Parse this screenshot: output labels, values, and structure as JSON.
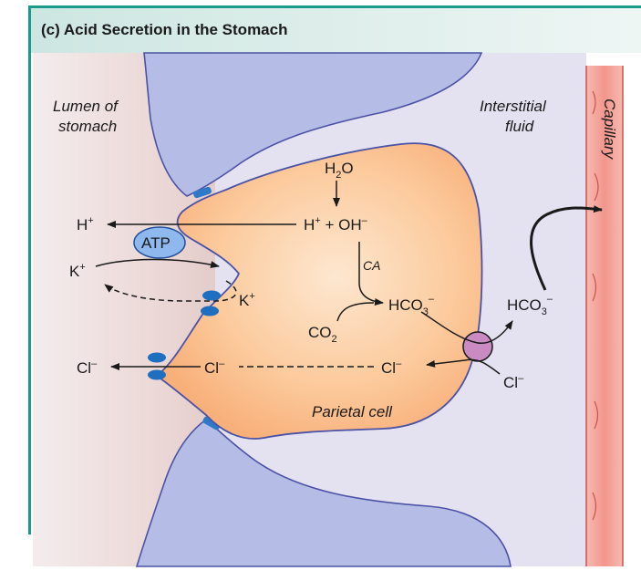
{
  "header": {
    "title": "(c) Acid Secretion in the Stomach"
  },
  "regions": {
    "lumen_line1": "Lumen of",
    "lumen_line2": "stomach",
    "interstitial_line1": "Interstitial",
    "interstitial_line2": "fluid",
    "capillary": "Capillary",
    "parietal_cell": "Parietal cell"
  },
  "molecules": {
    "h2o_base": "H",
    "h2o_sub": "2",
    "h2o_tail": "O",
    "h_plus_ion_base": "H",
    "h_plus_ion_sup": "+",
    "h_oh_h": "H",
    "h_oh_plus_sup": "+",
    "h_oh_mid": " + OH",
    "h_oh_minus_sup": "–",
    "atp": "ATP",
    "k_plus_left_base": "K",
    "k_plus_left_sup": "+",
    "k_plus_right_base": "K",
    "k_plus_right_sup": "+",
    "ca": "CA",
    "hco3_cell_base": "HCO",
    "hco3_cell_sub": "3",
    "hco3_cell_sup": "–",
    "hco3_out_base": "HCO",
    "hco3_out_sub": "3",
    "hco3_out_sup": "–",
    "co2_base": "CO",
    "co2_sub": "2",
    "cl_lumen_base": "Cl",
    "cl_lumen_sup": "–",
    "cl_channel_base": "Cl",
    "cl_channel_sup": "–",
    "cl_cell_base": "Cl",
    "cl_cell_sup": "–",
    "cl_interstitial_base": "Cl",
    "cl_interstitial_sup": "–"
  },
  "colors": {
    "header_bar": "#1a9a8a",
    "header_bg": "#d6ece8",
    "cell_fill": "#fbc08c",
    "cell_stroke": "#4b52a5",
    "neighbor_cell": "#b5bde6",
    "interstitial": "#e3e0f0",
    "lumen_pink": "#eedad8",
    "capillary": "#f29c93",
    "atp_fill": "#8fb8ee",
    "transporter": "#1f6fc1",
    "antiporter": "#c98bc2",
    "ca_text": "#1c63c6"
  }
}
